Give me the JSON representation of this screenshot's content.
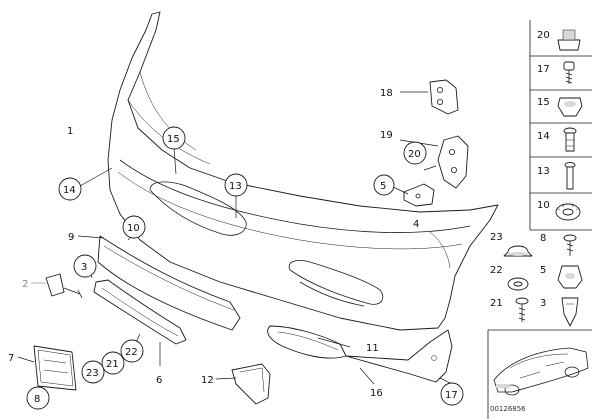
{
  "diagram": {
    "image_code": "00126856",
    "callouts": {
      "c1": "1",
      "c2": "2",
      "c3": "3",
      "c4": "4",
      "c5": "5",
      "c6": "6",
      "c7": "7",
      "c8": "8",
      "c9": "9",
      "c10": "10",
      "c11": "11",
      "c12": "12",
      "c13": "13",
      "c14": "14",
      "c15": "15",
      "c16": "16",
      "c17": "17",
      "c18": "18",
      "c19": "19",
      "c20": "20",
      "c21": "21",
      "c22": "22",
      "c23": "23"
    },
    "side_panel": {
      "r20": "20",
      "r17": "17",
      "r15": "15",
      "r14": "14",
      "r13": "13",
      "r10": "10",
      "r23": "23",
      "r8": "8",
      "r22": "22",
      "r5": "5",
      "r21": "21",
      "r3": "3"
    }
  }
}
